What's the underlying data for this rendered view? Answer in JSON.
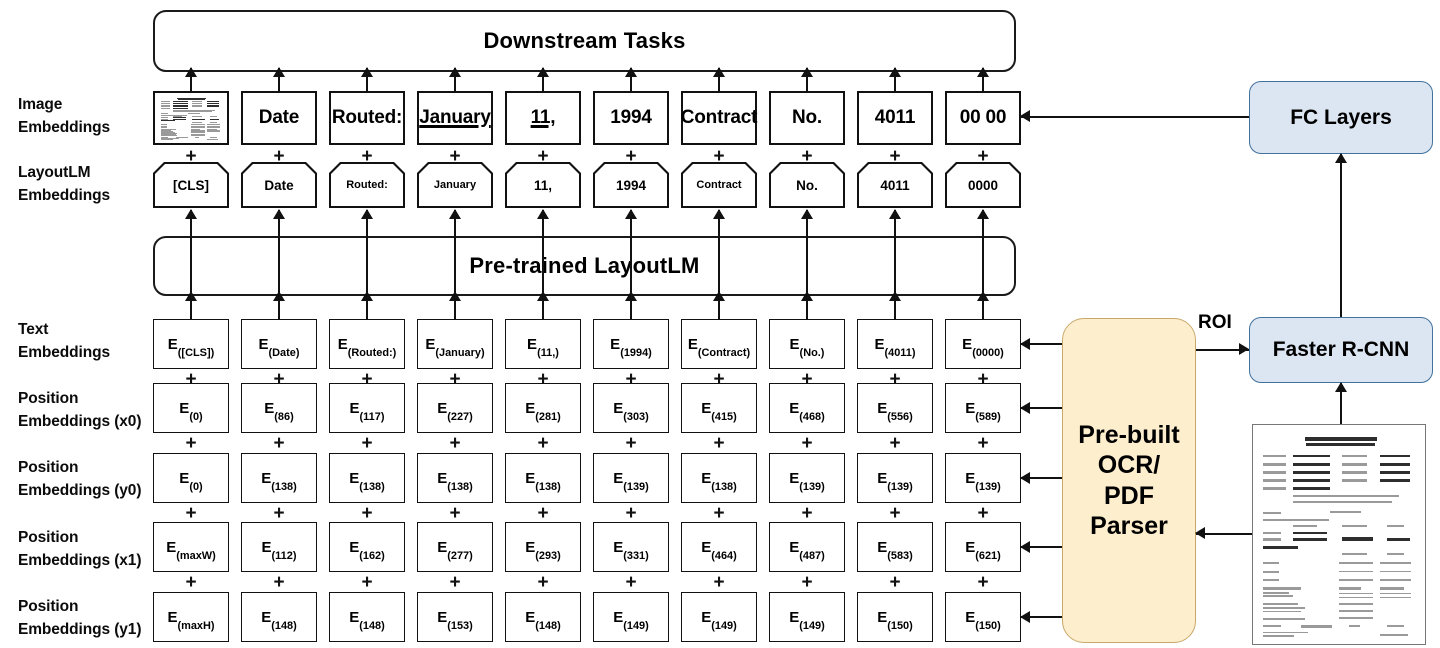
{
  "diagram": {
    "title": "LayoutLM document-understanding architecture",
    "colors": {
      "block_blue": "#dce6f2",
      "block_blue_border": "#41719c",
      "block_cream": "#fdeecd",
      "block_cream_border": "#c8a96a",
      "stroke": "#111111",
      "background": "#ffffff"
    }
  },
  "row_labels": {
    "image_embeddings": "Image\nEmbeddings",
    "layoutlm_embeddings": "LayoutLM\nEmbeddings",
    "text_embeddings": "Text\nEmbeddings",
    "position_x0": "Position\nEmbeddings (x0)",
    "position_y0": "Position\nEmbeddings (y0)",
    "position_x1": "Position\nEmbeddings (x1)",
    "position_y1": "Position\nEmbeddings (y1)"
  },
  "bars": {
    "downstream_tasks": "Downstream Tasks",
    "pretrained_layoutlm": "Pre-trained LayoutLM"
  },
  "right_blocks": {
    "fc_layers": "FC Layers",
    "faster_rcnn": "Faster R-CNN",
    "ocr_parser_lines": [
      "Pre-built",
      "OCR/",
      "PDF",
      "Parser"
    ],
    "roi_label": "ROI"
  },
  "columns": [
    {
      "index": 0,
      "image_embedding": "",
      "image_is_document": true,
      "layoutlm_token": "[CLS]",
      "text_embedding": "([CLS])",
      "pos_x0": "(0)",
      "pos_y0": "(0)",
      "pos_x1": "(maxW)",
      "pos_y1": "(maxH)"
    },
    {
      "index": 1,
      "image_embedding": "Date",
      "image_is_document": false,
      "layoutlm_token": "Date",
      "text_embedding": "(Date)",
      "pos_x0": "(86)",
      "pos_y0": "(138)",
      "pos_x1": "(112)",
      "pos_y1": "(148)"
    },
    {
      "index": 2,
      "image_embedding": "Routed:",
      "image_is_document": false,
      "layoutlm_token": "Routed:",
      "text_embedding": "(Routed:)",
      "pos_x0": "(117)",
      "pos_y0": "(138)",
      "pos_x1": "(162)",
      "pos_y1": "(148)"
    },
    {
      "index": 3,
      "image_embedding": "January",
      "image_is_document": false,
      "image_underline": true,
      "layoutlm_token": "January",
      "text_embedding": "(January)",
      "pos_x0": "(227)",
      "pos_y0": "(138)",
      "pos_x1": "(277)",
      "pos_y1": "(153)"
    },
    {
      "index": 4,
      "image_embedding": "11,",
      "image_is_document": false,
      "image_underline": true,
      "layoutlm_token": "11,",
      "text_embedding": "(11,)",
      "pos_x0": "(281)",
      "pos_y0": "(138)",
      "pos_x1": "(293)",
      "pos_y1": "(148)"
    },
    {
      "index": 5,
      "image_embedding": "1994",
      "image_is_document": false,
      "layoutlm_token": "1994",
      "text_embedding": "(1994)",
      "pos_x0": "(303)",
      "pos_y0": "(139)",
      "pos_x1": "(331)",
      "pos_y1": "(149)"
    },
    {
      "index": 6,
      "image_embedding": "Contract",
      "image_is_document": false,
      "layoutlm_token": "Contract",
      "text_embedding": "(Contract)",
      "pos_x0": "(415)",
      "pos_y0": "(138)",
      "pos_x1": "(464)",
      "pos_y1": "(149)"
    },
    {
      "index": 7,
      "image_embedding": "No.",
      "image_is_document": false,
      "layoutlm_token": "No.",
      "text_embedding": "(No.)",
      "pos_x0": "(468)",
      "pos_y0": "(139)",
      "pos_x1": "(487)",
      "pos_y1": "(149)"
    },
    {
      "index": 8,
      "image_embedding": "4011",
      "image_is_document": false,
      "layoutlm_token": "4011",
      "text_embedding": "(4011)",
      "pos_x0": "(556)",
      "pos_y0": "(139)",
      "pos_x1": "(583)",
      "pos_y1": "(150)"
    },
    {
      "index": 9,
      "image_embedding": "00 00",
      "image_is_document": false,
      "layoutlm_token": "0000",
      "text_embedding": "(0000)",
      "pos_x0": "(589)",
      "pos_y0": "(139)",
      "pos_x1": "(621)",
      "pos_y1": "(150)"
    }
  ],
  "plus_symbol": "+",
  "e_symbol": "E"
}
